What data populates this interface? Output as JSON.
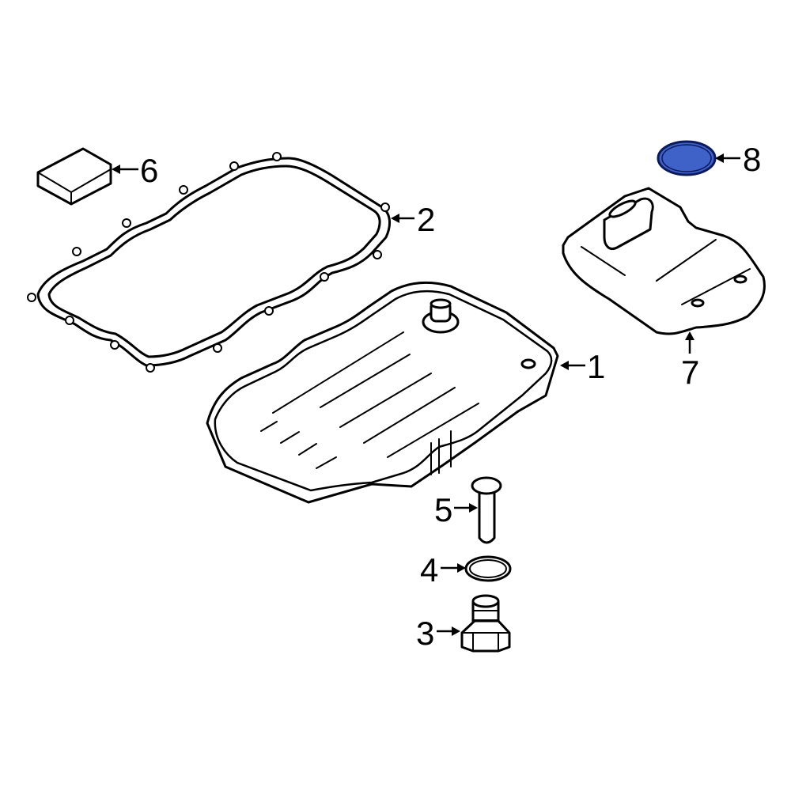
{
  "diagram": {
    "type": "exploded parts diagram",
    "subject": "Automatic transmission oil pan assembly",
    "highlight_color": "#3f62c9",
    "highlighted_part": "8",
    "callouts": [
      {
        "id": "1",
        "label": "1",
        "part": "transmission-oil-pan"
      },
      {
        "id": "2",
        "label": "2",
        "part": "pan-gasket"
      },
      {
        "id": "3",
        "label": "3",
        "part": "drain-plug"
      },
      {
        "id": "4",
        "label": "4",
        "part": "drain-plug-o-ring"
      },
      {
        "id": "5",
        "label": "5",
        "part": "level-check-tube"
      },
      {
        "id": "6",
        "label": "6",
        "part": "sealant-block"
      },
      {
        "id": "7",
        "label": "7",
        "part": "transmission-filter"
      },
      {
        "id": "8",
        "label": "8",
        "part": "filter-seal-highlighted"
      }
    ]
  }
}
